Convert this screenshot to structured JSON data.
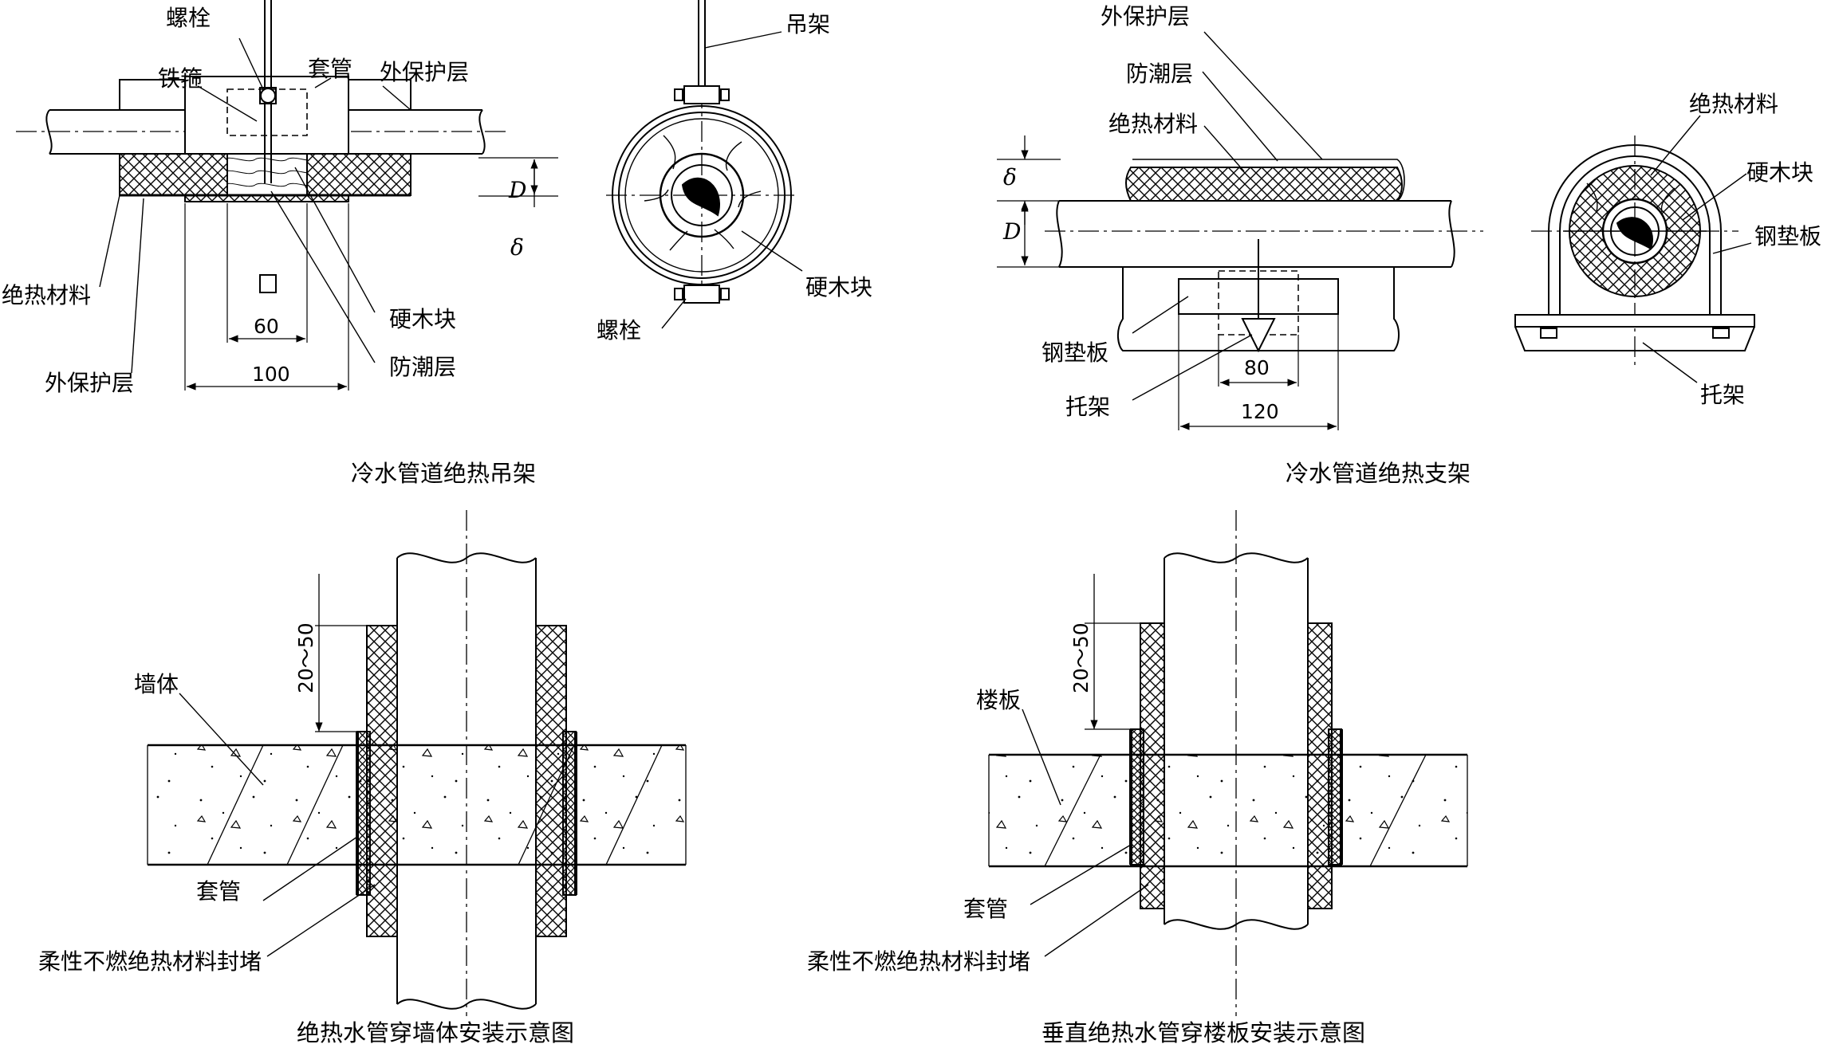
{
  "hanger": {
    "caption": "冷水管道绝热吊架",
    "labels": {
      "bolt_top": "螺栓",
      "iron_hoop": "铁箍",
      "sleeve": "套管",
      "outer_layer_top": "外保护层",
      "insulation": "绝热材料",
      "outer_layer_bottom": "外保护层",
      "hardwood": "硬木块",
      "moisture_barrier": "防潮层",
      "hanger_rod": "吊架",
      "hardwood_circle": "硬木块",
      "bolt_bottom": "螺栓"
    },
    "dims": {
      "d60": "60",
      "d100": "100",
      "D": "D",
      "delta": "δ"
    }
  },
  "support": {
    "caption": "冷水管道绝热支架",
    "labels": {
      "outer_layer": "外保护层",
      "moisture_barrier": "防潮层",
      "insulation": "绝热材料",
      "steel_pad": "钢垫板",
      "bracket": "托架",
      "insulation_circle": "绝热材料",
      "hardwood_circle": "硬木块",
      "steel_pad_circle": "钢垫板",
      "bracket_circle": "托架"
    },
    "dims": {
      "d80": "80",
      "d120": "120",
      "D": "D",
      "delta": "δ"
    }
  },
  "wall": {
    "caption": "绝热水管穿墙体安装示意图",
    "labels": {
      "wall": "墙体",
      "sleeve": "套管",
      "seal": "柔性不燃绝热材料封堵"
    },
    "dims": {
      "gap": "20～50"
    }
  },
  "floor": {
    "caption": "垂直绝热水管穿楼板安装示意图",
    "labels": {
      "floor": "楼板",
      "sleeve": "套管",
      "seal": "柔性不燃绝热材料封堵"
    },
    "dims": {
      "gap": "20～50"
    }
  }
}
